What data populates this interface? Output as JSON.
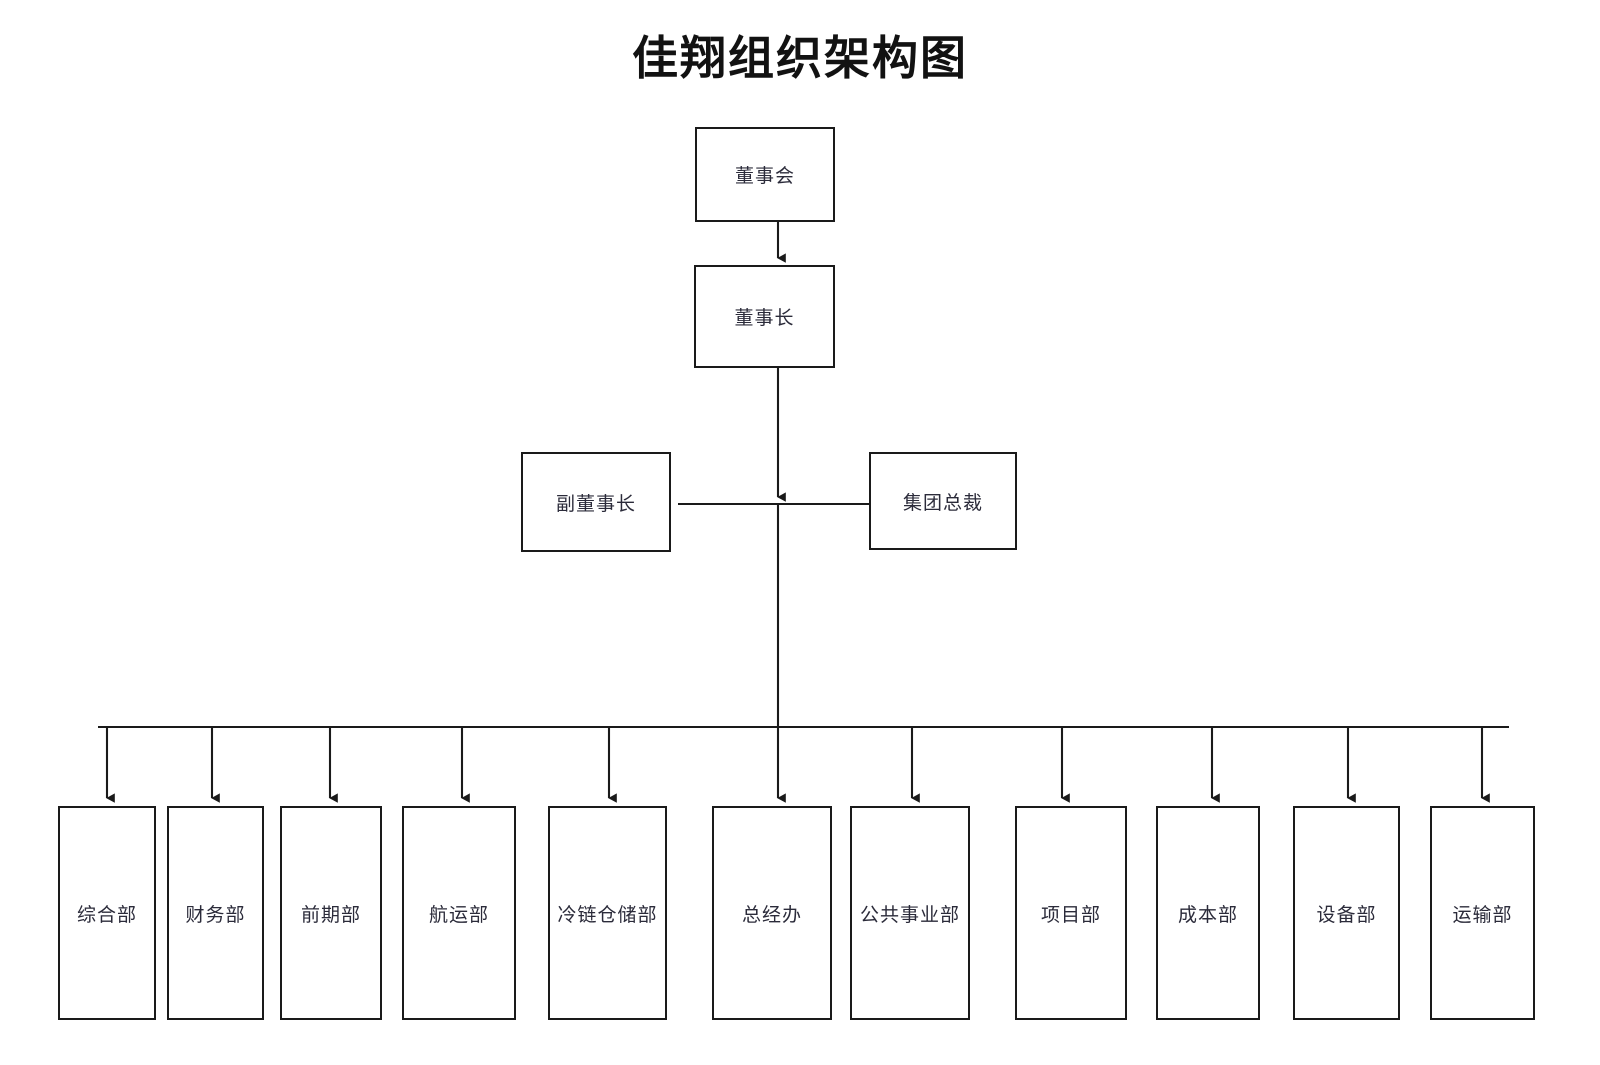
{
  "chart_data": {
    "type": "diagram",
    "diagram_kind": "organizational-chart",
    "title": "佳翔组织架构图",
    "orientation": "top-down",
    "colors": {
      "background": "#ffffff",
      "box_border": "#1a1a1a",
      "box_fill": "#ffffff",
      "text": "#2b2b3a",
      "title_text": "#121212",
      "connector": "#1a1a1a"
    },
    "levels": [
      {
        "level": 1,
        "nodes": [
          "董事会"
        ]
      },
      {
        "level": 2,
        "nodes": [
          "董事长"
        ]
      },
      {
        "level": 3,
        "nodes": [
          "副董事长",
          "集团总裁"
        ]
      },
      {
        "level": 4,
        "nodes": [
          "综合部",
          "财务部",
          "前期部",
          "航运部",
          "冷链仓储部",
          "总经办",
          "公共事业部",
          "项目部",
          "成本部",
          "设备部",
          "运输部"
        ]
      }
    ],
    "edges": [
      {
        "from": "董事会",
        "to": "董事长",
        "arrow": true
      },
      {
        "from": "董事长",
        "to": "副董事长",
        "arrow": false
      },
      {
        "from": "董事长",
        "to": "集团总裁",
        "arrow": false
      },
      {
        "from": "董事长",
        "to": "综合部",
        "arrow": true
      },
      {
        "from": "董事长",
        "to": "财务部",
        "arrow": true
      },
      {
        "from": "董事长",
        "to": "前期部",
        "arrow": true
      },
      {
        "from": "董事长",
        "to": "航运部",
        "arrow": true
      },
      {
        "from": "董事长",
        "to": "冷链仓储部",
        "arrow": true
      },
      {
        "from": "董事长",
        "to": "总经办",
        "arrow": true
      },
      {
        "from": "董事长",
        "to": "公共事业部",
        "arrow": true
      },
      {
        "from": "董事长",
        "to": "项目部",
        "arrow": true
      },
      {
        "from": "董事长",
        "to": "成本部",
        "arrow": true
      },
      {
        "from": "董事长",
        "to": "设备部",
        "arrow": true
      },
      {
        "from": "董事长",
        "to": "运输部",
        "arrow": true
      }
    ]
  },
  "nodes": {
    "board": {
      "label": "董事会"
    },
    "chairman": {
      "label": "董事长"
    },
    "vice_chairman": {
      "label": "副董事长"
    },
    "group_president": {
      "label": "集团总裁"
    },
    "departments": [
      {
        "label": "综合部"
      },
      {
        "label": "财务部"
      },
      {
        "label": "前期部"
      },
      {
        "label": "航运部"
      },
      {
        "label": "冷链仓储部"
      },
      {
        "label": "总经办"
      },
      {
        "label": "公共事业部"
      },
      {
        "label": "项目部"
      },
      {
        "label": "成本部"
      },
      {
        "label": "设备部"
      },
      {
        "label": "运输部"
      }
    ]
  }
}
